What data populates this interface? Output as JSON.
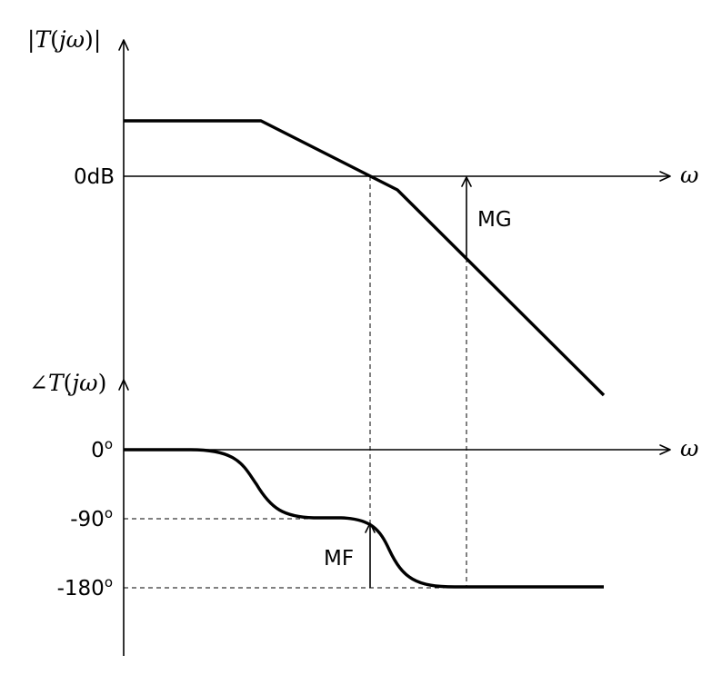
{
  "magnitude": {
    "ylabel": {
      "open": "|",
      "T": "T",
      "lp": "(",
      "j": "j",
      "w": "ω",
      "rp": ")",
      "close": "|"
    },
    "ref_level": "0dB",
    "xlabel": "ω",
    "margin_label": "MG"
  },
  "phase": {
    "ylabel": {
      "angle": "∠",
      "T": "T",
      "lp": "(",
      "j": "j",
      "w": "ω",
      "rp": ")"
    },
    "ticks": [
      {
        "num": "0",
        "deg": "o"
      },
      {
        "num": "-90",
        "deg": "o"
      },
      {
        "num": "-180",
        "deg": "o"
      }
    ],
    "xlabel": "ω",
    "margin_label": "MF"
  }
}
